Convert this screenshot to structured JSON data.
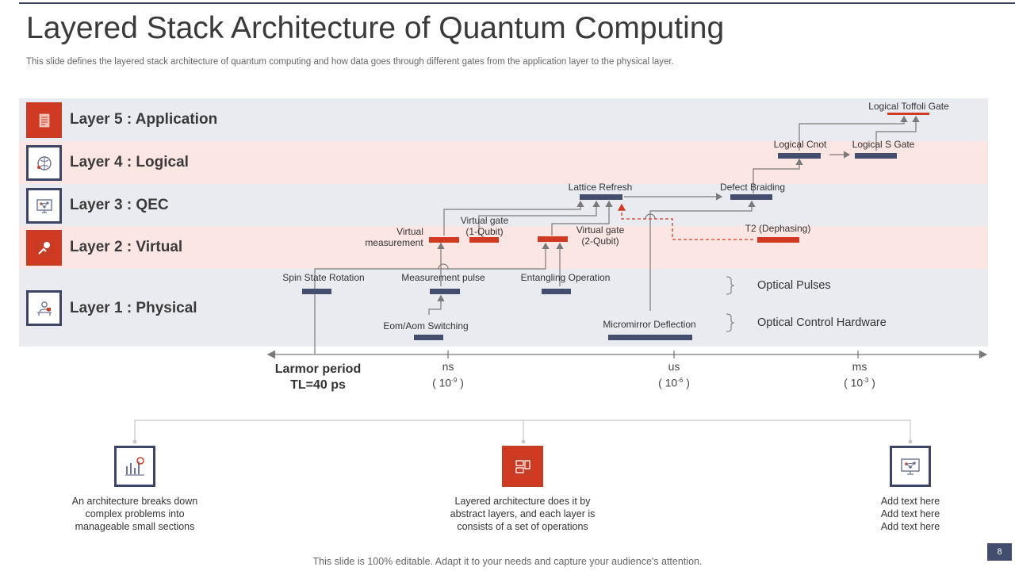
{
  "title": "Layered Stack Architecture of Quantum Computing",
  "subtitle": "This slide defines the layered stack architecture of quantum computing and how data goes through different gates from the application layer to the physical layer.",
  "layers": [
    {
      "label": "Layer 5 : Application",
      "icon": "document-icon"
    },
    {
      "label": "Layer 4 : Logical",
      "icon": "brain-icon"
    },
    {
      "label": "Layer 3 : QEC",
      "icon": "network-monitor-icon"
    },
    {
      "label": "Layer 2 : Virtual",
      "icon": "hand-touch-icon"
    },
    {
      "label": "Layer 1 : Physical",
      "icon": "desk-user-icon"
    }
  ],
  "nodes": {
    "logical_toffoli": "Logical Toffoli Gate",
    "logical_cnot": "Logical Cnot",
    "logical_s": "Logical S Gate",
    "lattice_refresh": "Lattice Refresh",
    "defect_braiding": "Defect Braiding",
    "virtual_measurement_1": "Virtual",
    "virtual_measurement_2": "measurement",
    "virtual_gate_1q_1": "Virtual gate",
    "virtual_gate_1q_2": "(1-Qubit)",
    "virtual_gate_2q_1": "Virtual gate",
    "virtual_gate_2q_2": "(2-Qubit)",
    "t2_dephasing": "T2 (Dephasing)",
    "spin_state_rotation": "Spin State Rotation",
    "measurement_pulse": "Measurement pulse",
    "entangling_operation": "Entangling Operation",
    "eom_aom_switching": "Eom/Aom Switching",
    "micromirror_deflection": "Micromirror Deflection",
    "optical_pulses": "Optical Pulses",
    "optical_control_hardware": "Optical Control Hardware"
  },
  "axis": {
    "larmor_line1": "Larmor period",
    "larmor_line2": "TL=40 ps",
    "ticks": [
      {
        "unit": "ns",
        "base": "( 10",
        "exp": "-9",
        "close": " )"
      },
      {
        "unit": "us",
        "base": "( 10",
        "exp": "-6",
        "close": " )"
      },
      {
        "unit": "ms",
        "base": "( 10",
        "exp": "-3",
        "close": " )"
      }
    ]
  },
  "bottom_items": [
    {
      "icon": "chart-gear-icon",
      "lines": [
        "An architecture breaks down",
        "complex problems into",
        "manageable small sections"
      ]
    },
    {
      "icon": "blueprint-icon",
      "lines": [
        "Layered architecture does it by",
        "abstract layers, and each layer is",
        "consists of a set of operations"
      ]
    },
    {
      "icon": "computer-network-icon",
      "lines": [
        "Add text here",
        "Add text here",
        "Add text here"
      ]
    }
  ],
  "footer": "This slide is 100% editable. Adapt it to your needs and capture your audience's attention.",
  "page_number": "8",
  "colors": {
    "navy": "#434d6d",
    "red": "#d03a22",
    "band_gray": "#eaebf1",
    "band_pink": "#fbe6e3"
  }
}
